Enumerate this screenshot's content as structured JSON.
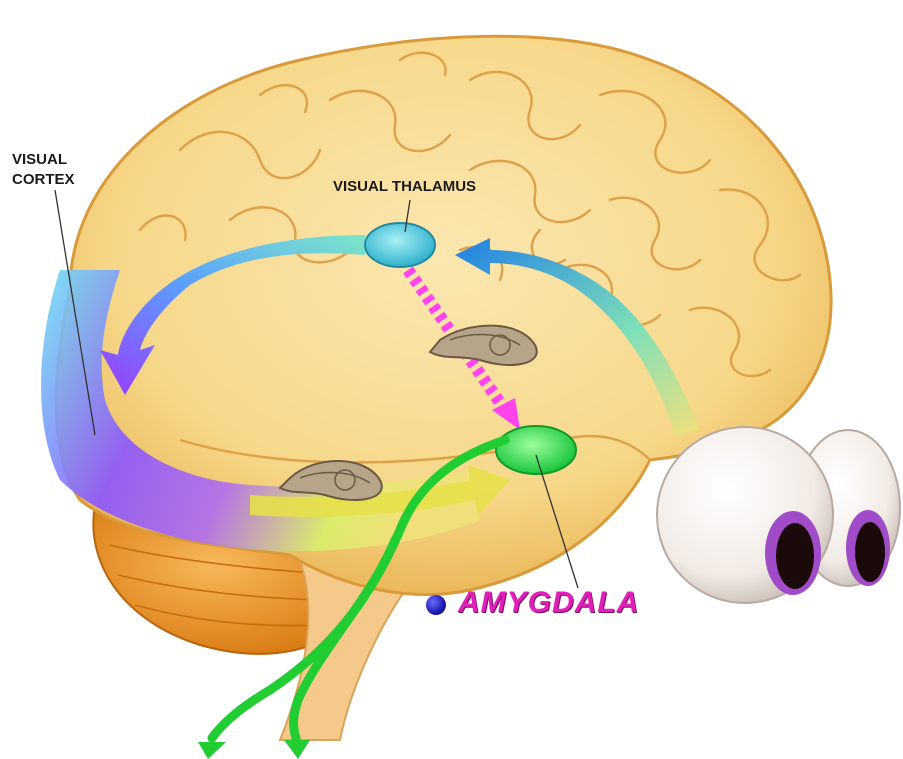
{
  "labels": {
    "visual_cortex_line1": "VISUAL",
    "visual_cortex_line2": "CORTEX",
    "visual_thalamus": "VISUAL THALAMUS",
    "amygdala": "AMYGDALA"
  },
  "colors": {
    "brain": "#f8d98a",
    "cerebellum": "#f2a23a",
    "thalamus": "#4fc3d9",
    "amygdala": "#35e05a",
    "cortex_pathway": "#8a55ff",
    "fast_pathway": "#ff44ee",
    "output_pathway": "#22cc33",
    "amygdala_text": "#e020b8"
  }
}
